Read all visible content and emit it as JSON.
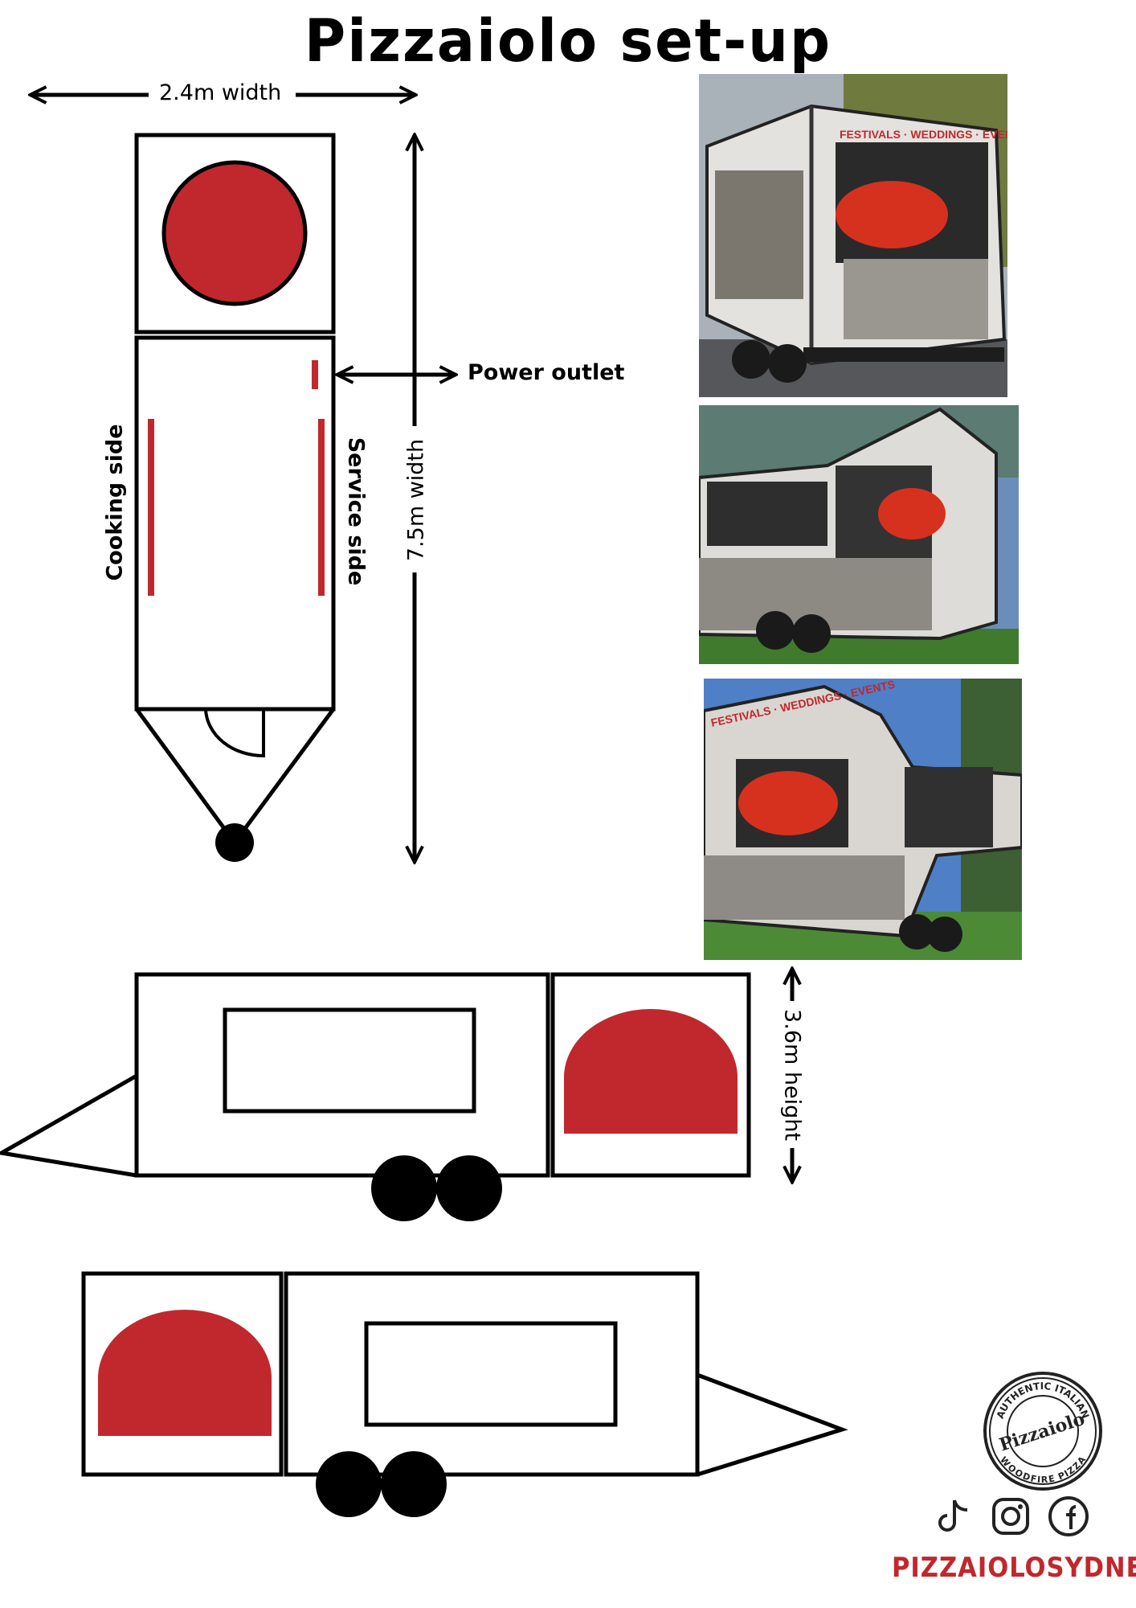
{
  "title": "Pizzaiolo set-up",
  "top_view": {
    "width_label": "2.4m width",
    "length_label": "7.5m width",
    "power_label": "Power outlet",
    "cooking_label": "Cooking side",
    "service_label": "Service side"
  },
  "side_view": {
    "height_label": "3.6m height"
  },
  "photos": {
    "banner": "FESTIVALS · WEDDINGS · EVENTS"
  },
  "logo": {
    "top_text": "AUTHENTIC ITALIAN",
    "center_text": "Pizzaiolo",
    "bottom_text": "WOODFIRE PIZZA"
  },
  "social": {
    "handle": "PIZZAIOLOSYDNEY",
    "icons": [
      "tiktok-icon",
      "instagram-icon",
      "facebook-icon"
    ]
  },
  "colors": {
    "accent": "#c0282d",
    "line": "#000000"
  }
}
